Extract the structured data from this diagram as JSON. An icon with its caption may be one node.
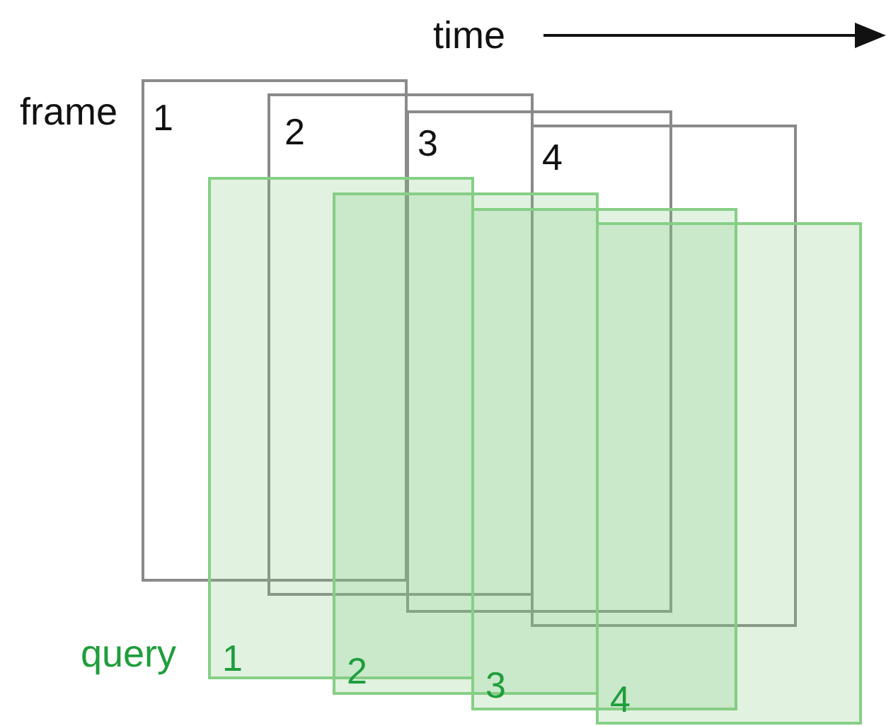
{
  "diagram": {
    "nodes": [
      {
        "text": [
          "1"
        ],
        "beside": [
          "frame"
        ]
      },
      {
        "text": [
          "2"
        ]
      },
      {
        "text": [
          "3"
        ]
      },
      {
        "text": [
          "4"
        ]
      },
      {
        "text": [
          "1"
        ],
        "beside": [
          "query"
        ]
      },
      {
        "text": [
          "2"
        ]
      },
      {
        "text": [
          "3"
        ]
      },
      {
        "text": [
          "4"
        ]
      }
    ],
    "edges": [],
    "labels": [
      "time"
    ]
  }
}
